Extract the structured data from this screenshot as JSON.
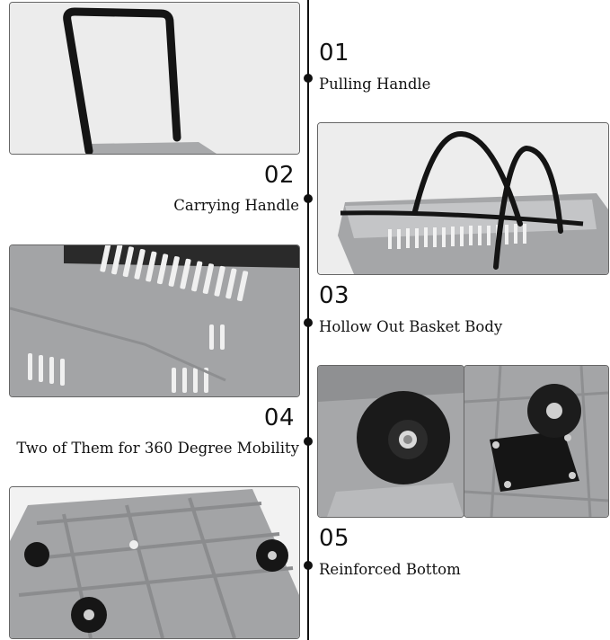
{
  "features": [
    {
      "number": "01",
      "label": "Pulling Handle"
    },
    {
      "number": "02",
      "label": "Carrying Handle"
    },
    {
      "number": "03",
      "label": "Hollow Out Basket Body"
    },
    {
      "number": "04",
      "label": "Two of Them for 360 Degree Mobility"
    },
    {
      "number": "05",
      "label": "Reinforced Bottom"
    }
  ],
  "colors": {
    "basket": "#a7a8aa",
    "handle": "#141414",
    "background": "#ffffff"
  }
}
